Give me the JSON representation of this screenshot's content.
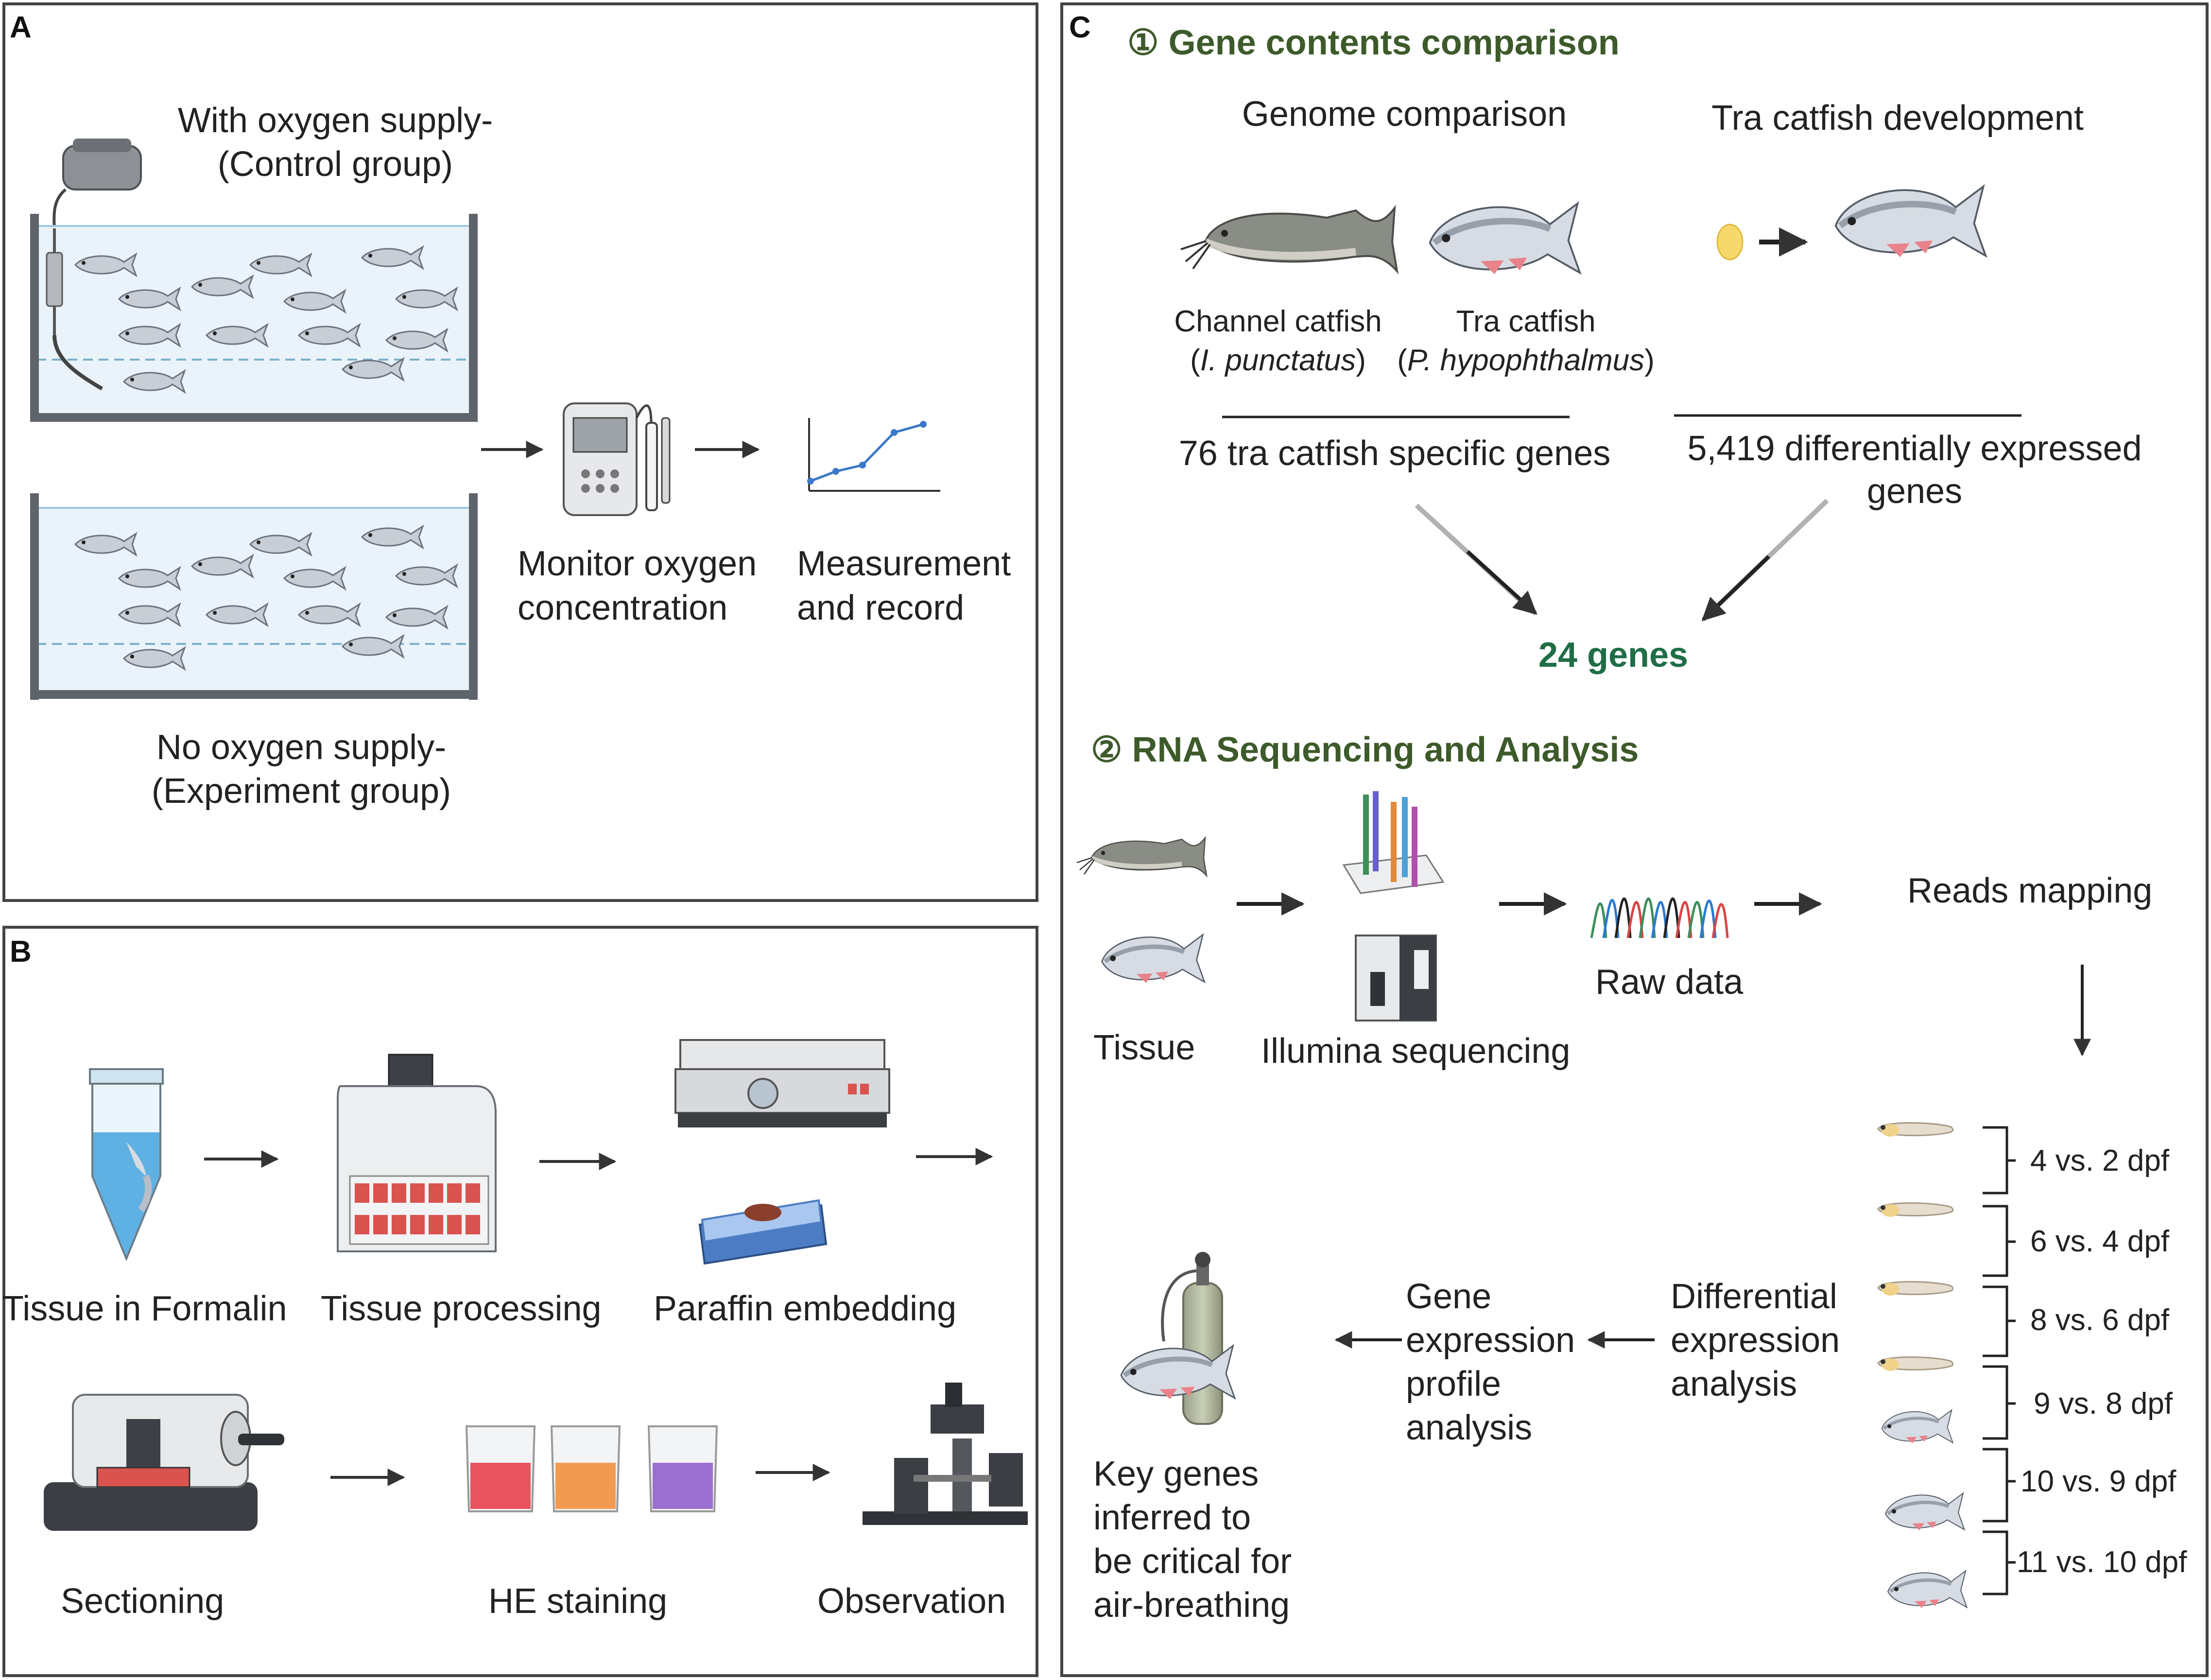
{
  "panels": {
    "a": "A",
    "b": "B",
    "c": "C"
  },
  "panel_a": {
    "control_label": [
      "With oxygen supply-",
      "(Control group)"
    ],
    "experiment_label": [
      "No oxygen supply-",
      "(Experiment group)"
    ],
    "monitor_label": [
      "Monitor oxygen",
      "concentration"
    ],
    "measure_label": [
      "Measurement",
      "and record"
    ]
  },
  "panel_b": {
    "steps": [
      "Tissue in Formalin",
      "Tissue processing",
      "Paraffin embedding",
      "Sectioning",
      "HE staining",
      "Observation"
    ]
  },
  "panel_c": {
    "section1_marker": "①",
    "section1_title": "Gene contents comparison",
    "genome_comparison": "Genome comparison",
    "development": "Tra catfish development",
    "channel_catfish": "Channel catfish",
    "channel_species": "I. punctatus",
    "tra_catfish": "Tra catfish",
    "tra_species": "P. hypophthalmus",
    "specific_genes": "76 tra catfish specific genes",
    "de_genes": [
      "5,419 differentially expressed",
      "genes"
    ],
    "result": "24 genes",
    "section2_marker": "②",
    "section2_title": "RNA Sequencing and Analysis",
    "tissue": "Tissue",
    "illumina": "Illumina sequencing",
    "raw_data": "Raw data",
    "reads_mapping": "Reads mapping",
    "comparisons": [
      "4 vs. 2 dpf",
      "6 vs. 4 dpf",
      "8 vs. 6 dpf",
      "9 vs. 8 dpf",
      "10 vs. 9 dpf",
      "11 vs. 10 dpf"
    ],
    "differential": [
      "Differential",
      "expression",
      "analysis"
    ],
    "profile": [
      "Gene",
      "expression",
      "profile",
      "analysis"
    ],
    "key_genes": [
      "Key genes",
      "inferred to",
      "be critical for",
      "air-breathing"
    ]
  },
  "colors": {
    "frame": "#444444",
    "heading_green": "#3d5a2a",
    "result_green": "#1f6e46",
    "water": "#eaf3fa",
    "fish_body": "#c9ced6",
    "stain_red": "#e8535e",
    "stain_orange": "#f39a52",
    "stain_purple": "#9b6fd0"
  }
}
